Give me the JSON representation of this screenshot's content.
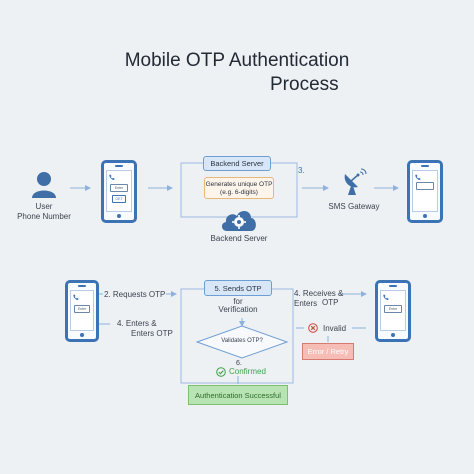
{
  "title": {
    "line1": "Mobile OTP Authentication",
    "line2": "Process"
  },
  "top_row": {
    "user_label": "User",
    "user_sub": "Phone Number",
    "phone_field_text": "Enter phone",
    "phone_button_text": "GET OTP",
    "server_header": "Backend Server",
    "server_box_line1": "Generates unique OTP",
    "server_box_line2": "(e.g. 6-digits)",
    "step3": "3.",
    "cloud_label": "Backend Server",
    "gateway_label": "SMS Gateway"
  },
  "bottom_row": {
    "left_phone_field": "Enter OTP",
    "step2": "2. Requests OTP",
    "step4_line1": "4.  Enters &",
    "step4_line2": "Enters OTP",
    "step5_line1": "5. Sends OTP",
    "step5_line2": "for",
    "step5_line3": "Verification",
    "diamond_text": "Validates OTP?",
    "step6": "6.",
    "confirmed": "Confirmed",
    "step4r_line1": "4. Receives & Enters",
    "step4r_line2": "OTP",
    "invalid": "Invalid",
    "error_retry": "Error / Retry",
    "right_phone_field": "Enter OTP",
    "success": "Authentication Successful"
  },
  "colors": {
    "phone_blue": "#3b73b5",
    "user_blue": "#3f6fa6",
    "arrow": "#8fb2da",
    "confirm_green": "#3fa04a",
    "invalid_red": "#d0453b"
  },
  "icons": [
    "user-icon",
    "phone-icon",
    "cloud-gear-icon",
    "satellite-dish-icon",
    "check-icon",
    "x-icon"
  ]
}
